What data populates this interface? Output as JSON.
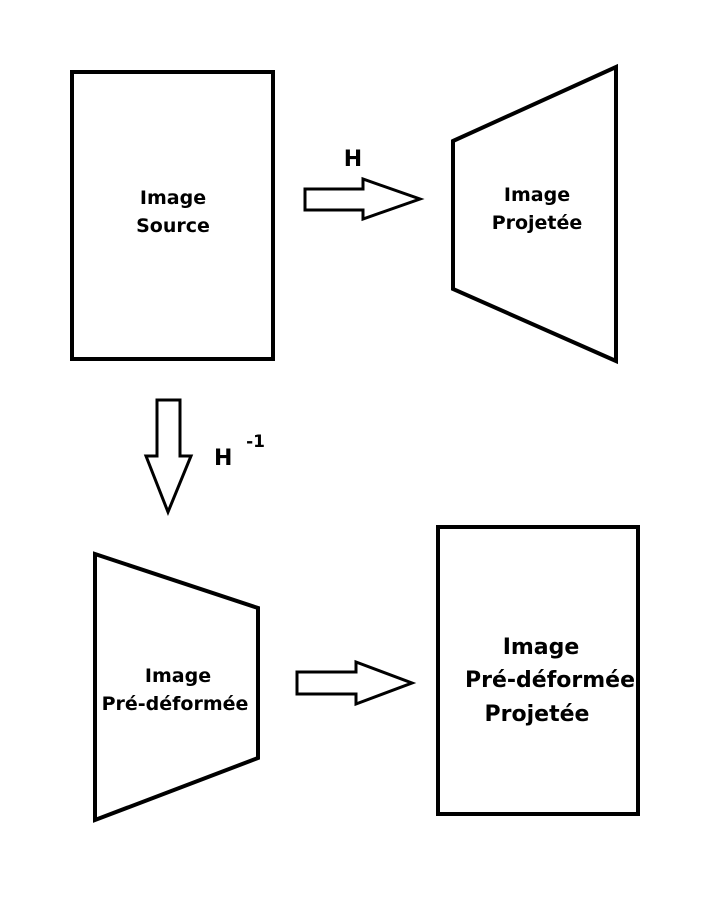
{
  "source_image": {
    "line1": "Image",
    "line2": "Source"
  },
  "projected_image": {
    "line1": "Image",
    "line2": "Projetée"
  },
  "predeformed_image": {
    "line1": "Image",
    "line2": "Pré-déformée"
  },
  "projected_predeformed_image": {
    "line1": "Image",
    "line2": "Pré-déformée",
    "line3": "Projetée"
  },
  "transform_forward": {
    "label": "H"
  },
  "transform_inverse": {
    "label": "H",
    "exponent": "-1"
  },
  "colors": {
    "stroke": "#000000",
    "fill": "#ffffff",
    "background": "#ffffff"
  }
}
